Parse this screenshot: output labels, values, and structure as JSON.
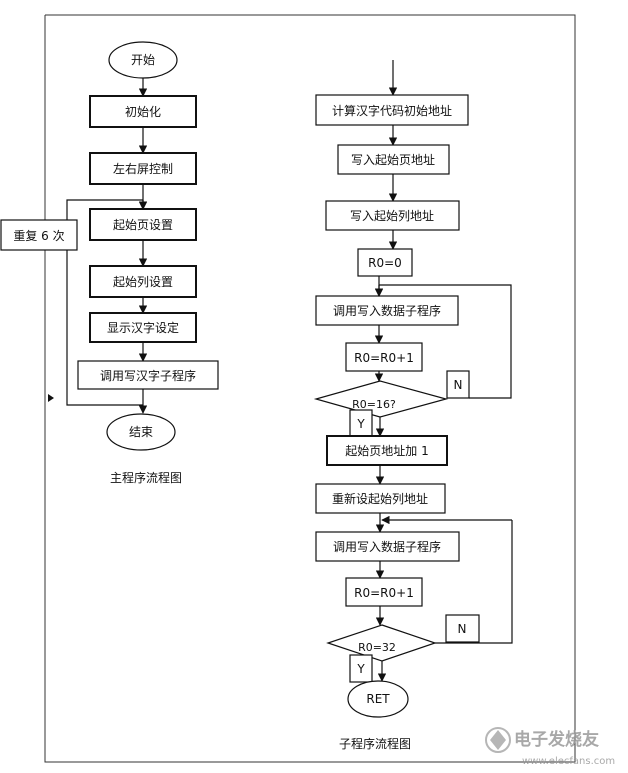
{
  "main_flow": {
    "start": "开始",
    "init": "初始化",
    "lr_screen": "左右屏控制",
    "page_set": "起始页设置",
    "col_set": "起始列设置",
    "show_hanzi": "显示汉字设定",
    "call_write_hanzi": "调用写汉字子程序",
    "end": "结束",
    "repeat": "重复 6 次",
    "caption": "主程序流程图"
  },
  "sub_flow": {
    "calc_addr": "计算汉字代码初始地址",
    "write_page": "写入起始页地址",
    "write_col": "写入起始列地址",
    "r0_zero": "R0=0",
    "call_write_data_1": "调用写入数据子程序",
    "r0_inc_1": "R0=R0+1",
    "cond_16": "R0=16?",
    "n_1": "N",
    "y_1": "Y",
    "page_inc": "起始页地址加 1",
    "reset_col": "重新设起始列地址",
    "call_write_data_2": "调用写入数据子程序",
    "r0_inc_2": "R0=R0+1",
    "cond_32": "R0=32",
    "n_2": "N",
    "y_2": "Y",
    "ret": "RET",
    "caption": "子程序流程图"
  },
  "watermark": {
    "text_cn": "电子发烧友",
    "text_url": "www.elecfans.com"
  }
}
